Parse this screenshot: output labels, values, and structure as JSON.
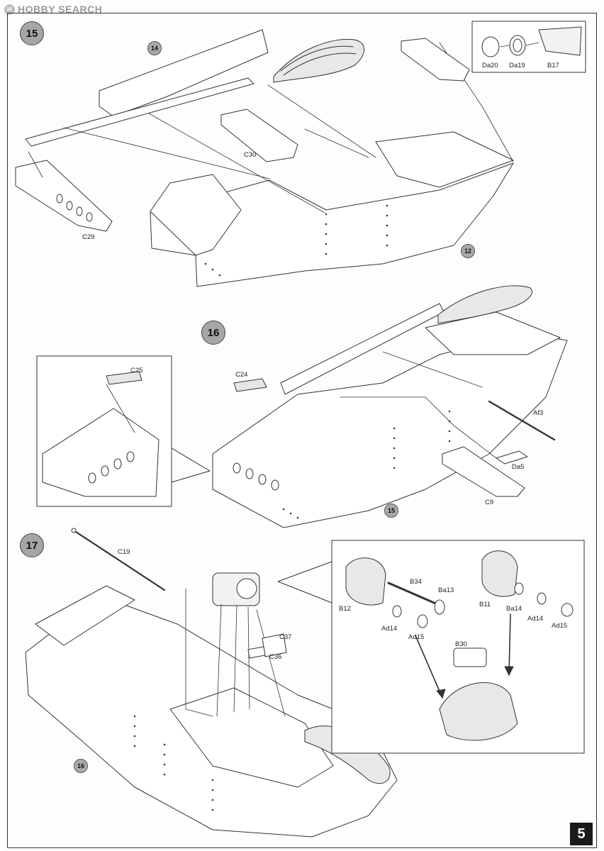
{
  "watermark": {
    "logo_glyph": "H",
    "text": "HOBBY SEARCH"
  },
  "page_number": "5",
  "steps": [
    {
      "number": "15"
    },
    {
      "number": "16"
    },
    {
      "number": "17"
    }
  ],
  "step15": {
    "subassembly_refs": [
      "14",
      "12"
    ],
    "parts": [
      "C29",
      "C30"
    ],
    "inset_parts": [
      "Da20",
      "Da19",
      "B17"
    ]
  },
  "step16": {
    "subassembly_ref": "15",
    "parts": [
      "C24",
      "Af3",
      "Da5",
      "C9"
    ],
    "inset_parts": [
      "C25"
    ]
  },
  "step17": {
    "subassembly_ref": "16",
    "parts": [
      "C19",
      "C37",
      "C36"
    ],
    "inset_parts": [
      "B34",
      "Ba13",
      "B12",
      "Ad14",
      "Ad15",
      "B11",
      "Ba14",
      "Ad14",
      "Ad15",
      "B30"
    ]
  }
}
